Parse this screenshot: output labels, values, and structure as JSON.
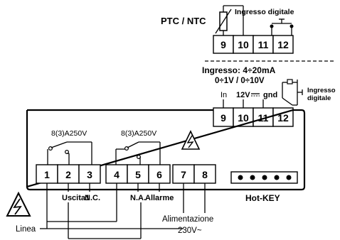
{
  "top_module": {
    "sensor_label": "PTC / NTC",
    "digital_input_label": "Ingresso digitale",
    "terminals": [
      "9",
      "10",
      "11",
      "12"
    ]
  },
  "mid_module": {
    "input_label": "Ingresso: 4÷20mA",
    "voltage_label": "0÷1V / 0÷10V",
    "pin_labels": [
      "In",
      "12V",
      "gnd"
    ],
    "digital_input_line1": "Ingresso",
    "digital_input_line2": "digitale",
    "terminals": [
      "9",
      "10",
      "11",
      "12"
    ]
  },
  "controller": {
    "relay1_rating": "8(3)A250V",
    "relay2_rating": "8(3)A250V",
    "terminals": [
      "1",
      "2",
      "3",
      "4",
      "5",
      "6",
      "7",
      "8"
    ],
    "hotkey_label": "Hot-KEY"
  },
  "labels": {
    "uscita1": "Uscita1",
    "nc": "N.C.",
    "na": "N.A.",
    "allarme": "Allarme",
    "alimentazione": "Alimentazione",
    "voltage": "230V~",
    "linea": "Linea"
  }
}
